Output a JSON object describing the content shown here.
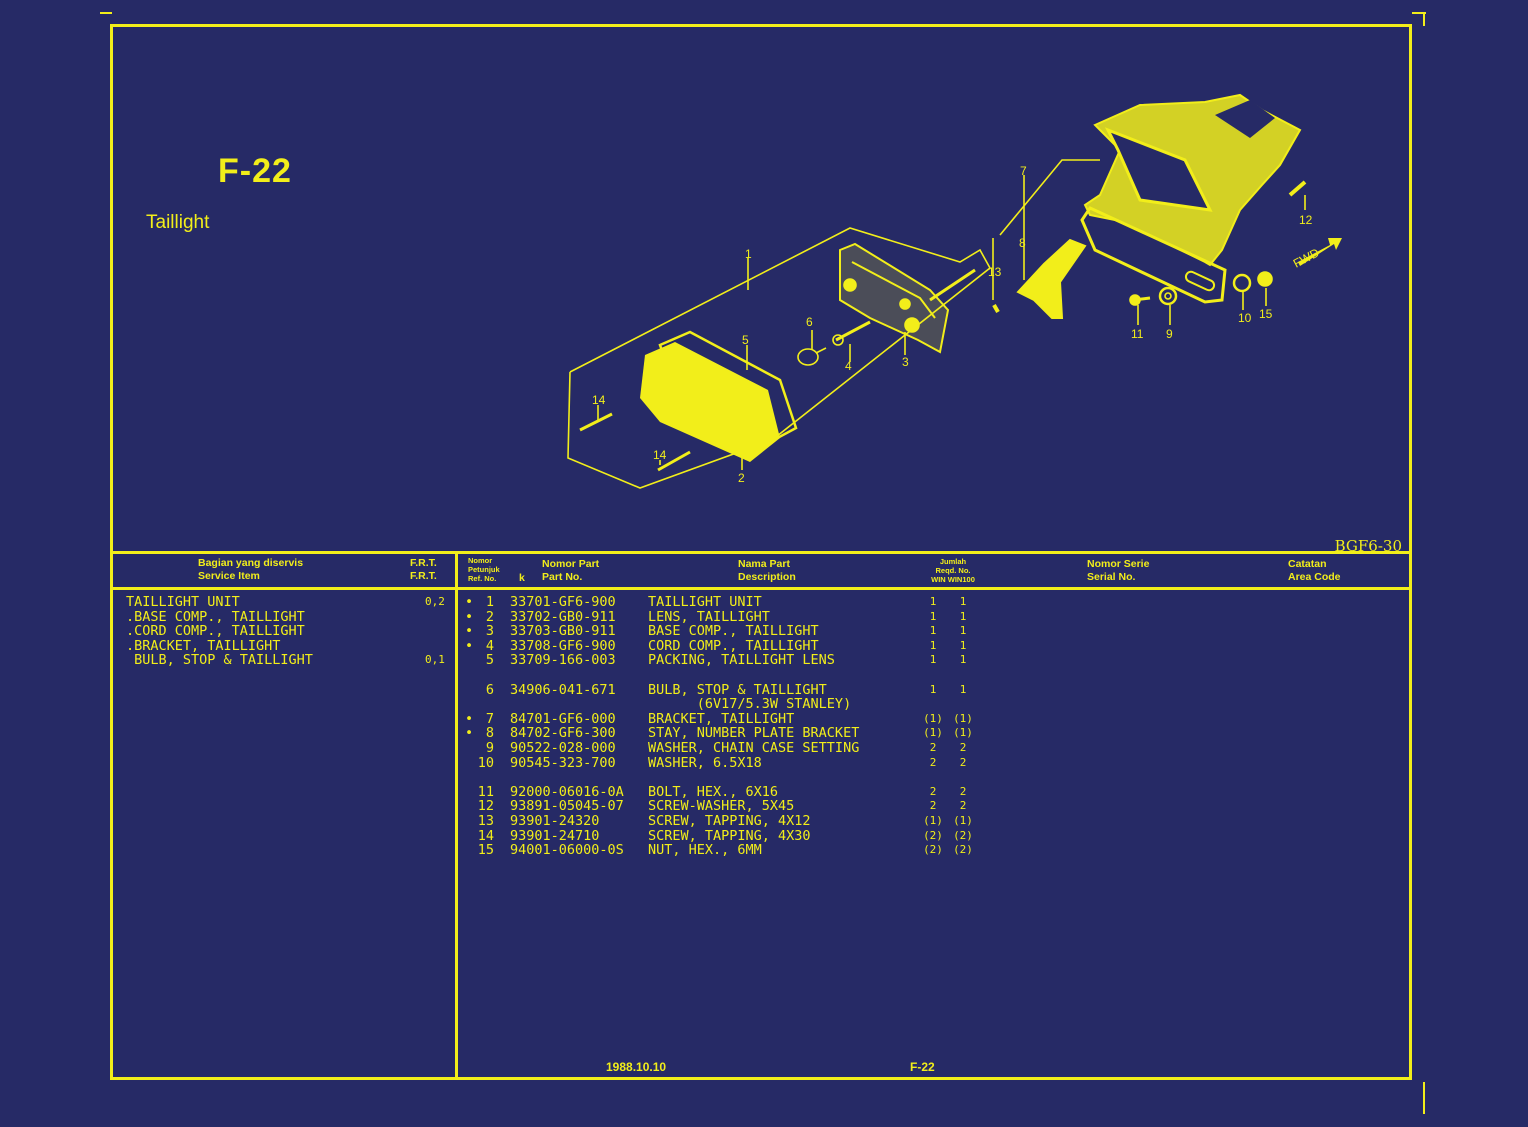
{
  "figure": {
    "code": "F-22",
    "title": "Taillight",
    "ref": "BGF6-30",
    "callouts": [
      "1",
      "2",
      "3",
      "4",
      "5",
      "6",
      "7",
      "8",
      "9",
      "10",
      "11",
      "12",
      "13",
      "14",
      "14",
      "15"
    ],
    "fwd_label": "FWD"
  },
  "service_table": {
    "header_id": "Bagian yang diservis",
    "header_en": "Service Item",
    "frt_id": "F.R.T.",
    "frt_en": "F.R.T.",
    "rows": [
      {
        "item": "TAILLIGHT UNIT",
        "frt": "0,2"
      },
      {
        "item": ".BASE COMP., TAILLIGHT",
        "frt": ""
      },
      {
        "item": ".CORD COMP., TAILLIGHT",
        "frt": ""
      },
      {
        "item": ".BRACKET, TAILLIGHT",
        "frt": ""
      },
      {
        "item": " BULB, STOP & TAILLIGHT",
        "frt": "0,1"
      }
    ]
  },
  "parts_table": {
    "ref_header": [
      "Nomor",
      "Petunjuk",
      "Ref. No."
    ],
    "k_header": "k",
    "partno_header_id": "Nomor Part",
    "partno_header_en": "Part No.",
    "desc_header_id": "Nama Part",
    "desc_header_en": "Description",
    "qty_header": [
      "Jumlah",
      "Reqd. No.",
      "WIN WIN100"
    ],
    "serial_header_id": "Nomor Serie",
    "serial_header_en": "Serial No.",
    "area_header_id": "Catatan",
    "area_header_en": "Area Code",
    "rows": [
      {
        "mark": "•",
        "ref": "1",
        "part_no": "33701-GF6-900",
        "desc": "TAILLIGHT UNIT",
        "q1": "1",
        "q2": "1"
      },
      {
        "mark": "•",
        "ref": "2",
        "part_no": "33702-GB0-911",
        "desc": "LENS, TAILLIGHT",
        "q1": "1",
        "q2": "1"
      },
      {
        "mark": "•",
        "ref": "3",
        "part_no": "33703-GB0-911",
        "desc": "BASE COMP., TAILLIGHT",
        "q1": "1",
        "q2": "1"
      },
      {
        "mark": "•",
        "ref": "4",
        "part_no": "33708-GF6-900",
        "desc": "CORD COMP., TAILLIGHT",
        "q1": "1",
        "q2": "1"
      },
      {
        "mark": "",
        "ref": "5",
        "part_no": "33709-166-003",
        "desc": "PACKING, TAILLIGHT LENS",
        "q1": "1",
        "q2": "1"
      },
      {
        "mark": "",
        "ref": "6",
        "part_no": "34906-041-671",
        "desc": "BULB, STOP & TAILLIGHT",
        "q1": "1",
        "q2": "1"
      },
      {
        "mark": "",
        "ref": "",
        "part_no": "",
        "desc": "      (6V17/5.3W STANLEY)",
        "q1": "",
        "q2": ""
      },
      {
        "mark": "•",
        "ref": "7",
        "part_no": "84701-GF6-000",
        "desc": "BRACKET, TAILLIGHT",
        "q1": "(1)",
        "q2": "(1)"
      },
      {
        "mark": "•",
        "ref": "8",
        "part_no": "84702-GF6-300",
        "desc": "STAY, NUMBER PLATE BRACKET",
        "q1": "(1)",
        "q2": "(1)"
      },
      {
        "mark": "",
        "ref": "9",
        "part_no": "90522-028-000",
        "desc": "WASHER, CHAIN CASE SETTING",
        "q1": "2",
        "q2": "2"
      },
      {
        "mark": "",
        "ref": "10",
        "part_no": "90545-323-700",
        "desc": "WASHER, 6.5X18",
        "q1": "2",
        "q2": "2"
      },
      {
        "mark": "",
        "ref": "11",
        "part_no": "92000-06016-0A",
        "desc": "BOLT, HEX., 6X16",
        "q1": "2",
        "q2": "2"
      },
      {
        "mark": "",
        "ref": "12",
        "part_no": "93891-05045-07",
        "desc": "SCREW-WASHER, 5X45",
        "q1": "2",
        "q2": "2"
      },
      {
        "mark": "",
        "ref": "13",
        "part_no": "93901-24320",
        "desc": "SCREW, TAPPING, 4X12",
        "q1": "(1)",
        "q2": "(1)"
      },
      {
        "mark": "",
        "ref": "14",
        "part_no": "93901-24710",
        "desc": "SCREW, TAPPING, 4X30",
        "q1": "(2)",
        "q2": "(2)"
      },
      {
        "mark": "",
        "ref": "15",
        "part_no": "94001-06000-0S",
        "desc": "NUT, HEX., 6MM",
        "q1": "(2)",
        "q2": "(2)"
      }
    ]
  },
  "footer": {
    "date": "1988.10.10",
    "page": "F-22"
  },
  "colors": {
    "background": "#262a66",
    "ink": "#f2ee1a"
  }
}
